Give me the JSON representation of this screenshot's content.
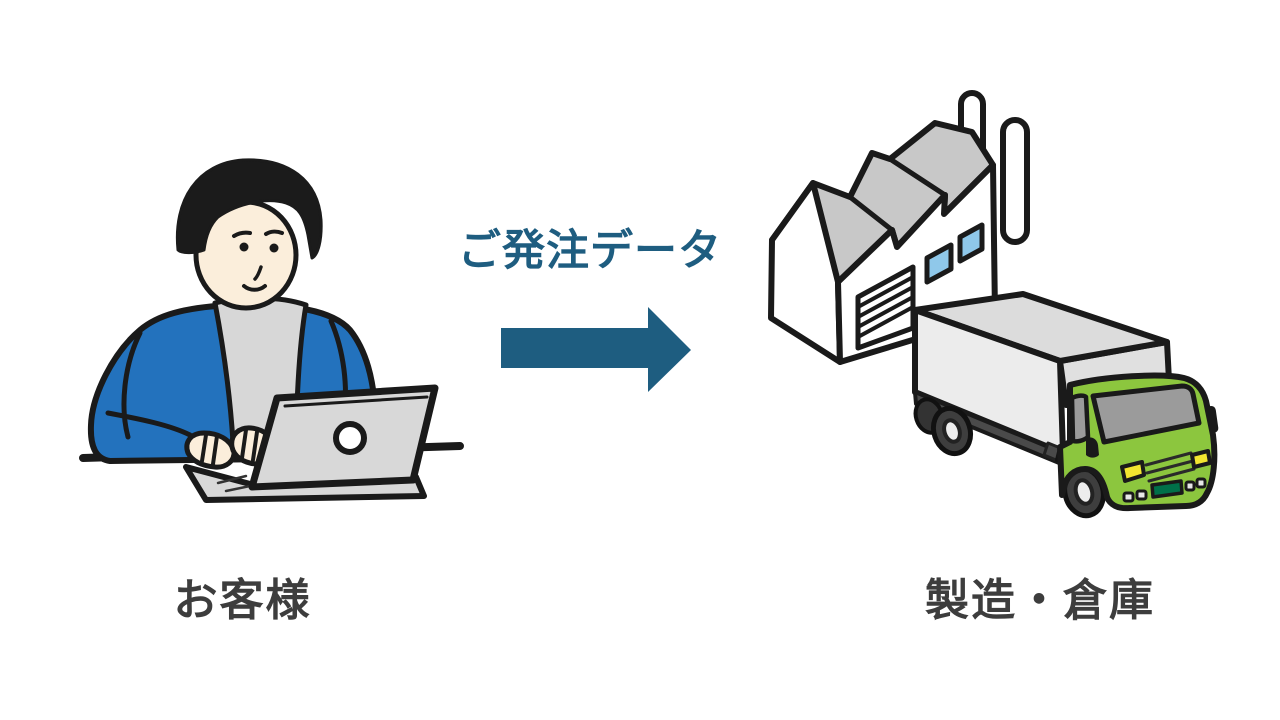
{
  "diagram": {
    "background": "#FFFFFF",
    "flow": {
      "label": "ご発注データ",
      "arrow_direction": "right",
      "arrow_color": "#1E5D80"
    },
    "source": {
      "caption": "お客様",
      "illustration": "person-typing-on-laptop"
    },
    "destination": {
      "caption": "製造・倉庫",
      "illustrations": [
        "factory-building",
        "delivery-truck"
      ]
    },
    "colors": {
      "accent_teal": "#1E5D80",
      "caption_gray": "#3D3D3D",
      "jacket_blue": "#2372BD",
      "skin": "#FBEEDB",
      "shirt_gray": "#D7D7D7",
      "laptop_gray": "#D8D8D8",
      "roof_gray": "#C8C8C8",
      "window_blue": "#8FC8EA",
      "truck_green": "#8CC63E",
      "windshield_gray": "#9B9B9B",
      "headlight_yellow": "#F2E530",
      "plate_green": "#007049",
      "cargo_top_gray": "#DCDCDC",
      "cargo_front_gray": "#ECECEC",
      "outline_black": "#1A1A1A"
    }
  }
}
